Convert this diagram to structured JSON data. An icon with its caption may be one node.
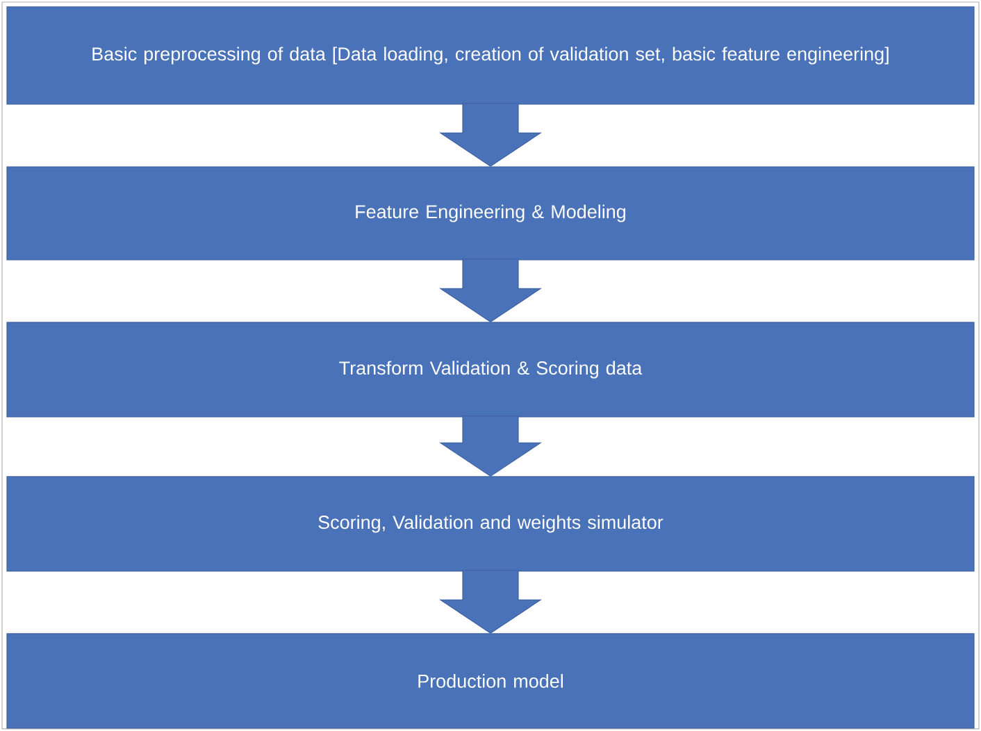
{
  "diagram": {
    "nodes": [
      {
        "text": [
          "Basic preprocessing of data [Data loading, creation of validation set, basic feature engineering]"
        ]
      },
      {
        "text": [
          "Feature Engineering & Modeling"
        ]
      },
      {
        "text": [
          "Transform Validation & Scoring data"
        ]
      },
      {
        "text": [
          "Scoring, Validation and weights simulator"
        ]
      },
      {
        "text": [
          "Production model"
        ]
      }
    ],
    "edges": [
      {
        "from": 0,
        "to": 1,
        "arrow": "to"
      },
      {
        "from": 1,
        "to": 2,
        "arrow": "to"
      },
      {
        "from": 2,
        "to": 3,
        "arrow": "to"
      },
      {
        "from": 3,
        "to": 4,
        "arrow": "to"
      }
    ]
  }
}
